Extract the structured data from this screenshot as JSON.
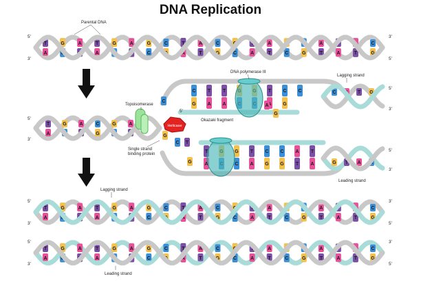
{
  "title": "DNA Replication",
  "labels": {
    "parental_dna": "Parental DNA",
    "topoisomerase": "Topoisomerase",
    "helicase": "Helicase",
    "ssb": [
      "Single strand",
      "binding protein"
    ],
    "dna_polymerase": "DNA polymerase III",
    "okazaki": "Okazaki fragment",
    "lagging_top": "Lagging strand",
    "leading_right": "Leading strand",
    "lagging_row3": "Lagging strand",
    "leading_row4": "Leading strand"
  },
  "ends": {
    "five": "5'",
    "three": "3'"
  },
  "colors": {
    "A": "#e8519a",
    "T": "#7b4fa6",
    "G": "#f2c14e",
    "C": "#3b8fd6",
    "backbone_parent": "#c8c8c8",
    "backbone_new": "#a9dcd8",
    "arrow": "#111111",
    "helicase": "#e52222",
    "topoisomerase": "#9be39b",
    "polymerase": "#4db8b8"
  },
  "sequences": {
    "row1_top": [
      "T",
      "G",
      "A",
      "T",
      "G",
      "A",
      "G",
      "C",
      "T",
      "A",
      "C",
      "G",
      "T",
      "A",
      "G",
      "C",
      "A",
      "T",
      "A",
      "C"
    ],
    "row1_bot": [
      "A",
      "C",
      "T",
      "A",
      "C",
      "T",
      "C",
      "G",
      "A",
      "T",
      "G",
      "C",
      "A",
      "T",
      "C",
      "G",
      "T",
      "A",
      "T",
      "G"
    ],
    "row2_left_top": [
      "T",
      "G",
      "A",
      "C",
      "G",
      "A"
    ],
    "row2_left_bot": [
      "A",
      "C",
      "T",
      "G",
      "C",
      "T"
    ],
    "upper_fork_top": [
      "C",
      "T",
      "T",
      "G",
      "G",
      "T",
      "C",
      "C"
    ],
    "upper_fork_bot": [
      "G",
      "A",
      "A",
      "C",
      "C",
      "A",
      "G",
      "G"
    ],
    "lower_fork_top": [
      "T",
      "G",
      "G",
      "T",
      "C",
      "C",
      "A",
      "T"
    ],
    "lower_fork_bot": [
      "A",
      "C",
      "C",
      "A",
      "G",
      "G",
      "T",
      "A"
    ],
    "upper_right": [
      "C",
      "A",
      "T",
      "G"
    ],
    "lower_right": [
      "G",
      "T",
      "A",
      "C"
    ],
    "row3_top": [
      "T",
      "G",
      "A",
      "T",
      "G",
      "A",
      "G",
      "C",
      "T",
      "A",
      "C",
      "G",
      "T",
      "A",
      "G",
      "C",
      "A",
      "T",
      "A",
      "C"
    ],
    "row3_bot": [
      "A",
      "C",
      "T",
      "A",
      "C",
      "T",
      "C",
      "G",
      "A",
      "T",
      "G",
      "C",
      "A",
      "T",
      "C",
      "G",
      "T",
      "A",
      "T",
      "G"
    ],
    "row4_top": [
      "T",
      "G",
      "A",
      "T",
      "G",
      "A",
      "G",
      "C",
      "T",
      "A",
      "C",
      "G",
      "T",
      "A",
      "G",
      "C",
      "A",
      "T",
      "A",
      "C"
    ],
    "row4_bot": [
      "A",
      "C",
      "T",
      "A",
      "C",
      "T",
      "C",
      "G",
      "A",
      "T",
      "G",
      "C",
      "A",
      "T",
      "C",
      "G",
      "T",
      "A",
      "T",
      "G"
    ]
  }
}
